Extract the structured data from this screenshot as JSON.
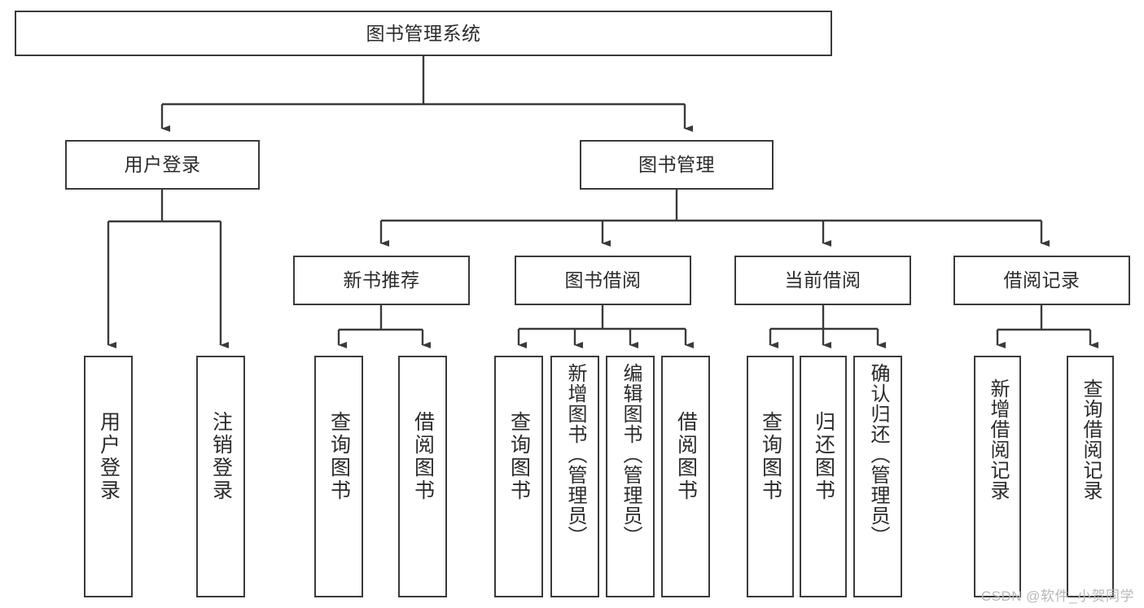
{
  "diagram": {
    "type": "tree-hierarchy",
    "title": "图书管理系统",
    "watermark": "CSDN @软件_小贺同学",
    "colors": {
      "box_border": "#3a3a3a",
      "box_fill": "#ffffff",
      "connector": "#3a3a3a",
      "text": "#2b2b2b",
      "watermark": "#b8b8b8",
      "background": "#ffffff"
    },
    "levels": {
      "root": {
        "label": "图书管理系统",
        "orientation": "horizontal"
      },
      "level2": [
        {
          "id": "user-login",
          "label": "用户登录",
          "orientation": "horizontal"
        },
        {
          "id": "book-management",
          "label": "图书管理",
          "orientation": "horizontal"
        }
      ],
      "level3": [
        {
          "id": "new-book-recommend",
          "label": "新书推荐",
          "orientation": "horizontal",
          "parent": "book-management"
        },
        {
          "id": "book-borrow",
          "label": "图书借阅",
          "orientation": "horizontal",
          "parent": "book-management"
        },
        {
          "id": "current-borrow",
          "label": "当前借阅",
          "orientation": "horizontal",
          "parent": "book-management"
        },
        {
          "id": "borrow-record",
          "label": "借阅记录",
          "orientation": "horizontal",
          "parent": "book-management"
        }
      ],
      "leaves": [
        {
          "id": "leaf-user-login",
          "label": "用户登录",
          "orientation": "vertical",
          "parent": "user-login"
        },
        {
          "id": "leaf-logout",
          "label": "注销登录",
          "orientation": "vertical",
          "parent": "user-login"
        },
        {
          "id": "leaf-query-book-1",
          "label": "查询图书",
          "orientation": "vertical",
          "parent": "new-book-recommend"
        },
        {
          "id": "leaf-borrow-book-1",
          "label": "借阅图书",
          "orientation": "vertical",
          "parent": "new-book-recommend"
        },
        {
          "id": "leaf-query-book-2",
          "label": "查询图书",
          "orientation": "vertical",
          "parent": "book-borrow"
        },
        {
          "id": "leaf-add-book",
          "label": "新增图书（管理员）",
          "orientation": "vertical",
          "parent": "book-borrow"
        },
        {
          "id": "leaf-edit-book",
          "label": "编辑图书（管理员）",
          "orientation": "vertical",
          "parent": "book-borrow"
        },
        {
          "id": "leaf-borrow-book-2",
          "label": "借阅图书",
          "orientation": "vertical",
          "parent": "book-borrow"
        },
        {
          "id": "leaf-query-book-3",
          "label": "查询图书",
          "orientation": "vertical",
          "parent": "current-borrow"
        },
        {
          "id": "leaf-return-book",
          "label": "归还图书",
          "orientation": "vertical",
          "parent": "current-borrow"
        },
        {
          "id": "leaf-confirm-return",
          "label": "确认归还（管理员）",
          "orientation": "vertical",
          "parent": "current-borrow"
        },
        {
          "id": "leaf-add-record",
          "label": "新增借阅记录",
          "orientation": "vertical",
          "parent": "borrow-record"
        },
        {
          "id": "leaf-query-record",
          "label": "查询借阅记录",
          "orientation": "vertical",
          "parent": "borrow-record"
        }
      ]
    }
  }
}
